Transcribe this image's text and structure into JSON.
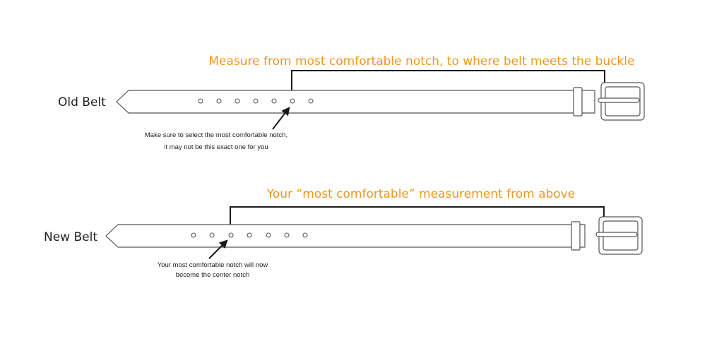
{
  "colors": {
    "accent": "#F0961E",
    "ink": "#1a1a1a",
    "outline": "#555555"
  },
  "old_belt": {
    "label": "Old Belt",
    "measure_caption": "Measure from most comfortable notch, to where belt meets the buckle",
    "note_line1": "Make sure to select the most comfortable notch,",
    "note_line2": "it may not be this exact one for you"
  },
  "new_belt": {
    "label": "New Belt",
    "measure_caption": "Your “most comfortable” measurement from above",
    "note_line1": "Your most comfortable notch will now",
    "note_line2": "become the center notch"
  }
}
